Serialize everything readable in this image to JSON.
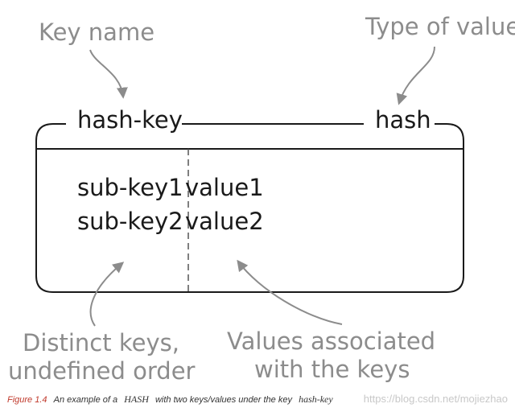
{
  "labels": {
    "key_name": "Key name",
    "type_of_value": "Type of value",
    "distinct_keys_line1": "Distinct keys,",
    "distinct_keys_line2": "undefined order",
    "values_assoc_line1": "Values associated",
    "values_assoc_line2": "with the keys"
  },
  "box": {
    "key": "hash-key",
    "type": "hash",
    "rows": [
      {
        "subkey": "sub-key1",
        "value": "value1"
      },
      {
        "subkey": "sub-key2",
        "value": "value2"
      }
    ]
  },
  "caption": {
    "figure": "Figure 1.4",
    "part1": "An example of a",
    "hash_word": "HASH",
    "part2": "with two keys/values under the key",
    "key_word": "hash-key"
  },
  "watermark": "https://blog.csdn.net/mojiezhao"
}
